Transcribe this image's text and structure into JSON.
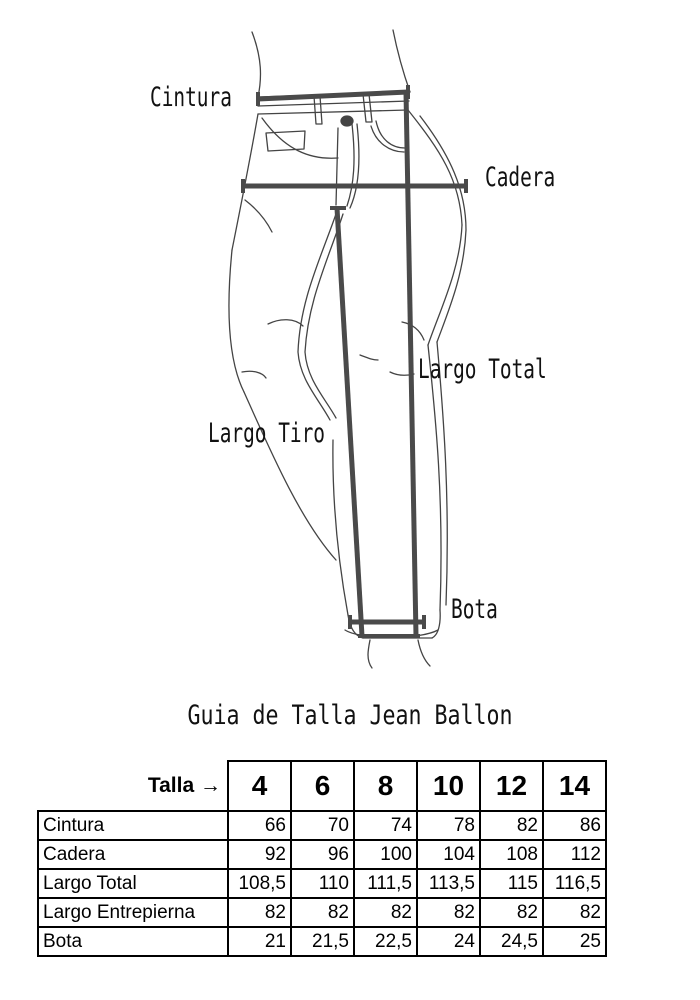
{
  "diagram": {
    "labels": {
      "cintura": "Cintura",
      "cadera": "Cadera",
      "largo_total": "Largo Total",
      "largo_tiro": "Largo Tiro",
      "bota": "Bota"
    }
  },
  "title": "Guia de Talla Jean Ballon",
  "table": {
    "header_label": "Talla →",
    "sizes": [
      "4",
      "6",
      "8",
      "10",
      "12",
      "14"
    ],
    "rows": [
      {
        "label": "Cintura",
        "values": [
          "66",
          "70",
          "74",
          "78",
          "82",
          "86"
        ]
      },
      {
        "label": "Cadera",
        "values": [
          "92",
          "96",
          "100",
          "104",
          "108",
          "112"
        ]
      },
      {
        "label": "Largo Total",
        "values": [
          "108,5",
          "110",
          "111,5",
          "113,5",
          "115",
          "116,5"
        ]
      },
      {
        "label": "Largo Entrepierna",
        "values": [
          "82",
          "82",
          "82",
          "82",
          "82",
          "82"
        ]
      },
      {
        "label": "Bota",
        "values": [
          "21",
          "21,5",
          "22,5",
          "24",
          "24,5",
          "25"
        ]
      }
    ]
  }
}
